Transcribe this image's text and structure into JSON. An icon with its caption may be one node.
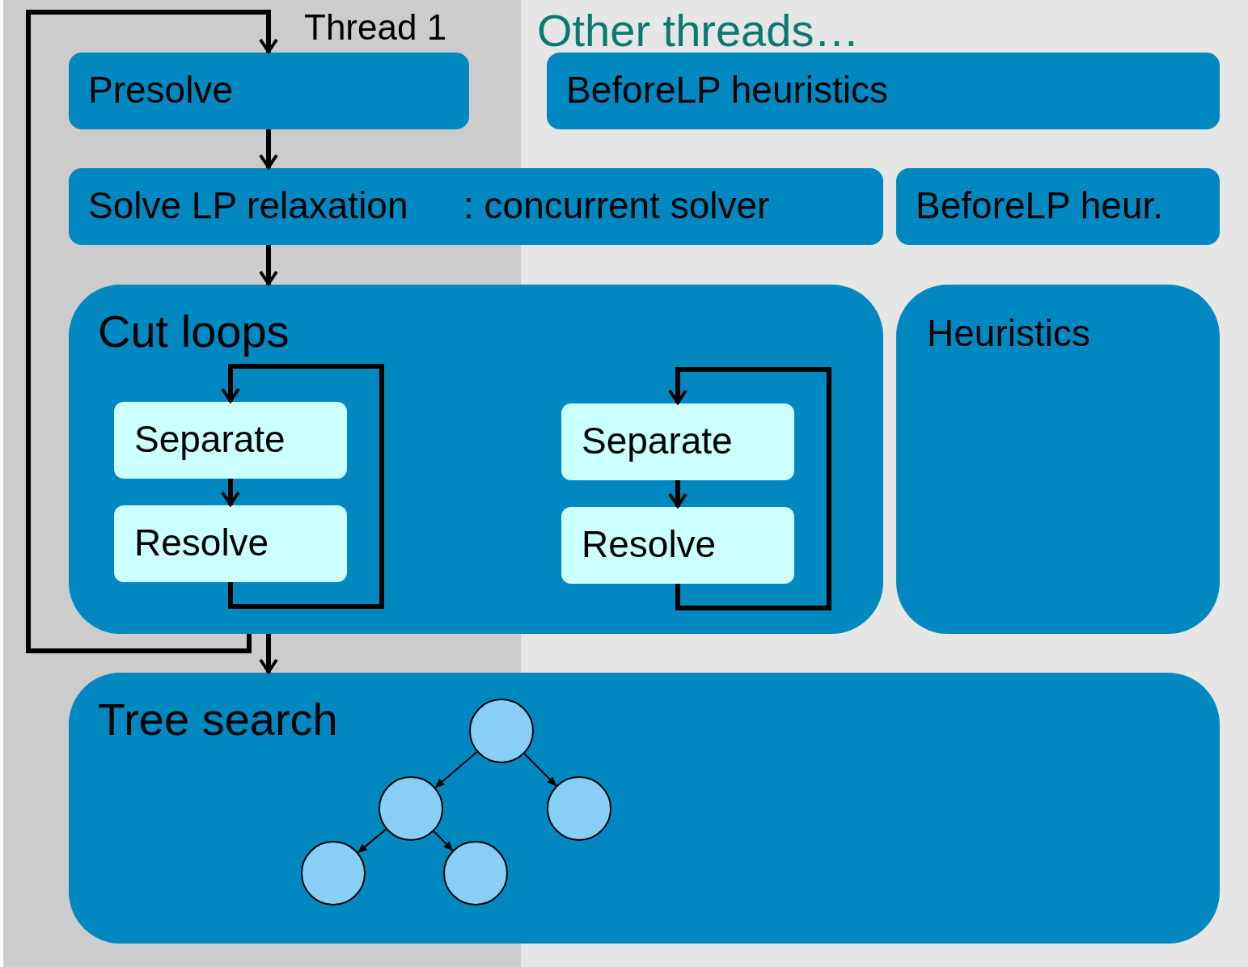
{
  "diagram": {
    "nodes": [
      {
        "text": [
          "Presolve"
        ]
      },
      {
        "text": [
          "BeforeLP heuristics"
        ]
      },
      {
        "text": [
          "Solve LP relaxation",
          ": concurrent solver"
        ]
      },
      {
        "text": [
          "BeforeLP heur."
        ]
      },
      {
        "text": [
          "Cut loops"
        ]
      },
      {
        "text": [
          "Separate"
        ],
        "in": 4
      },
      {
        "text": [
          "Resolve"
        ],
        "in": 4
      },
      {
        "text": [
          "Separate"
        ],
        "in": 4
      },
      {
        "text": [
          "Resolve"
        ],
        "in": 4
      },
      {
        "text": [
          "Heuristics"
        ]
      },
      {
        "text": [
          "Tree search"
        ]
      },
      {
        "text": [],
        "shape": "circle",
        "in": 10
      },
      {
        "text": [],
        "shape": "circle",
        "in": 10
      },
      {
        "text": [],
        "shape": "circle",
        "in": 10
      },
      {
        "text": [],
        "shape": "circle",
        "in": 10
      },
      {
        "text": [],
        "shape": "circle",
        "in": 10
      }
    ],
    "edges": [
      {
        "from": 0,
        "to": 2,
        "arrow": "to"
      },
      {
        "from": 2,
        "to": 4,
        "arrow": "to"
      },
      {
        "from": 4,
        "to": 10,
        "arrow": "to"
      },
      {
        "from": 4,
        "to": 0,
        "arrow": "to"
      },
      {
        "from": 5,
        "to": 6,
        "arrow": "to"
      },
      {
        "from": 6,
        "to": 5,
        "arrow": "to"
      },
      {
        "from": 7,
        "to": 8,
        "arrow": "to"
      },
      {
        "from": 8,
        "to": 7,
        "arrow": "to"
      },
      {
        "from": 11,
        "to": 12,
        "arrow": "to"
      },
      {
        "from": 11,
        "to": 13,
        "arrow": "to"
      },
      {
        "from": 12,
        "to": 14,
        "arrow": "to"
      },
      {
        "from": 12,
        "to": 15,
        "arrow": "to"
      }
    ],
    "labels": [
      "Thread 1",
      "Other threads…"
    ]
  }
}
